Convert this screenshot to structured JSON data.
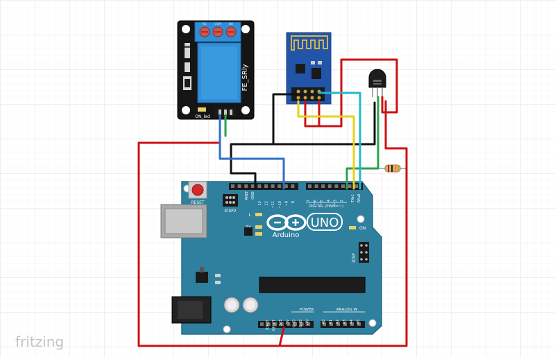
{
  "app": {
    "watermark": "fritzing"
  },
  "relay": {
    "model": "FE_SRly",
    "led_label": "ON_led",
    "terminal_nc": "NC",
    "terminal_com": "COM",
    "terminal_no": "NO"
  },
  "arduino": {
    "brand": "Arduino",
    "model": "UNO",
    "reset_label": "RESET",
    "icsp2_label": "ICSP2",
    "icsp_label": "ICSP",
    "led_l": "L",
    "led_tx": "TX",
    "led_rx": "RX",
    "on_label": "ON",
    "digital_label": "DIGITAL (PWM=~)",
    "power_label": "POWER",
    "analog_label": "ANALOG IN",
    "tx_pin": "TX▸1",
    "rx_pin": "RX◂0",
    "aref": "AREF",
    "gnd": "GND",
    "pins_digital_high": [
      "13",
      "12",
      "~11",
      "~10",
      "~9",
      "8"
    ],
    "pins_digital_low": [
      "7",
      "~6",
      "~5",
      "4",
      "~3",
      "2"
    ],
    "pins_power": [
      "IOREF",
      "RESET",
      "3V3",
      "5V",
      "GND",
      "GND",
      "VIN"
    ],
    "pins_analog": [
      "A0",
      "A1",
      "A2",
      "A3",
      "A4",
      "A5"
    ]
  },
  "colors": {
    "board": "#2f7f9e",
    "relay_board": "#151515",
    "relay_body": "#2f8ed8",
    "wifi_board": "#2255aa",
    "wire_red": "#cc1111",
    "wire_black": "#111111",
    "wire_blue": "#2e6fc8",
    "wire_green": "#2aa24a",
    "wire_yellow": "#e8d21a",
    "wire_cyan": "#22b8c8",
    "grid": "#e3e3e3"
  }
}
